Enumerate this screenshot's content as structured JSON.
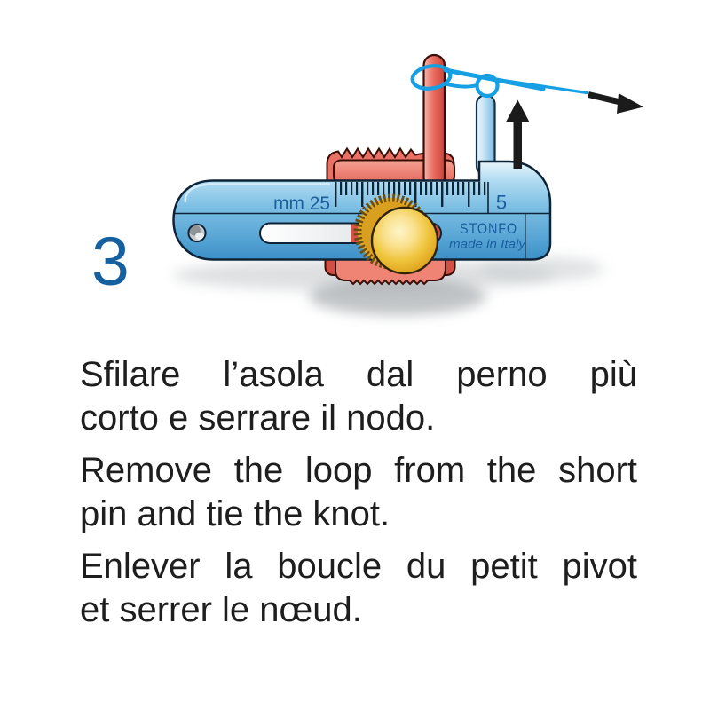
{
  "step": {
    "number": "3"
  },
  "tool": {
    "scale_label": "mm 25",
    "scale_value": "5",
    "brand": "STONFO",
    "made_in": "made in Italy",
    "colors": {
      "body_blue": "#7fc0e4",
      "clamp_red": "#e86a5c",
      "knob_gold": "#f0c53e",
      "thread_blue": "#179fe3",
      "label_blue": "#1b5fa0",
      "step_blue": "#15609f"
    }
  },
  "instructions": [
    {
      "lang": "italian",
      "text": "Sfilare l’asola dal perno più corto e serrare il nodo.",
      "lines": [
        "Sfilare l’asola dal perno più",
        "corto e serrare il nodo."
      ]
    },
    {
      "lang": "english",
      "text": "Remove the loop from the short pin and tie the knot.",
      "lines": [
        "Remove the loop from the short",
        "pin and tie the knot."
      ]
    },
    {
      "lang": "french",
      "text": "Enlever la boucle du petit pivot et serrer le nœud.",
      "lines": [
        "Enlever la boucle du petit pivot",
        "et serrer le nœud."
      ]
    }
  ]
}
